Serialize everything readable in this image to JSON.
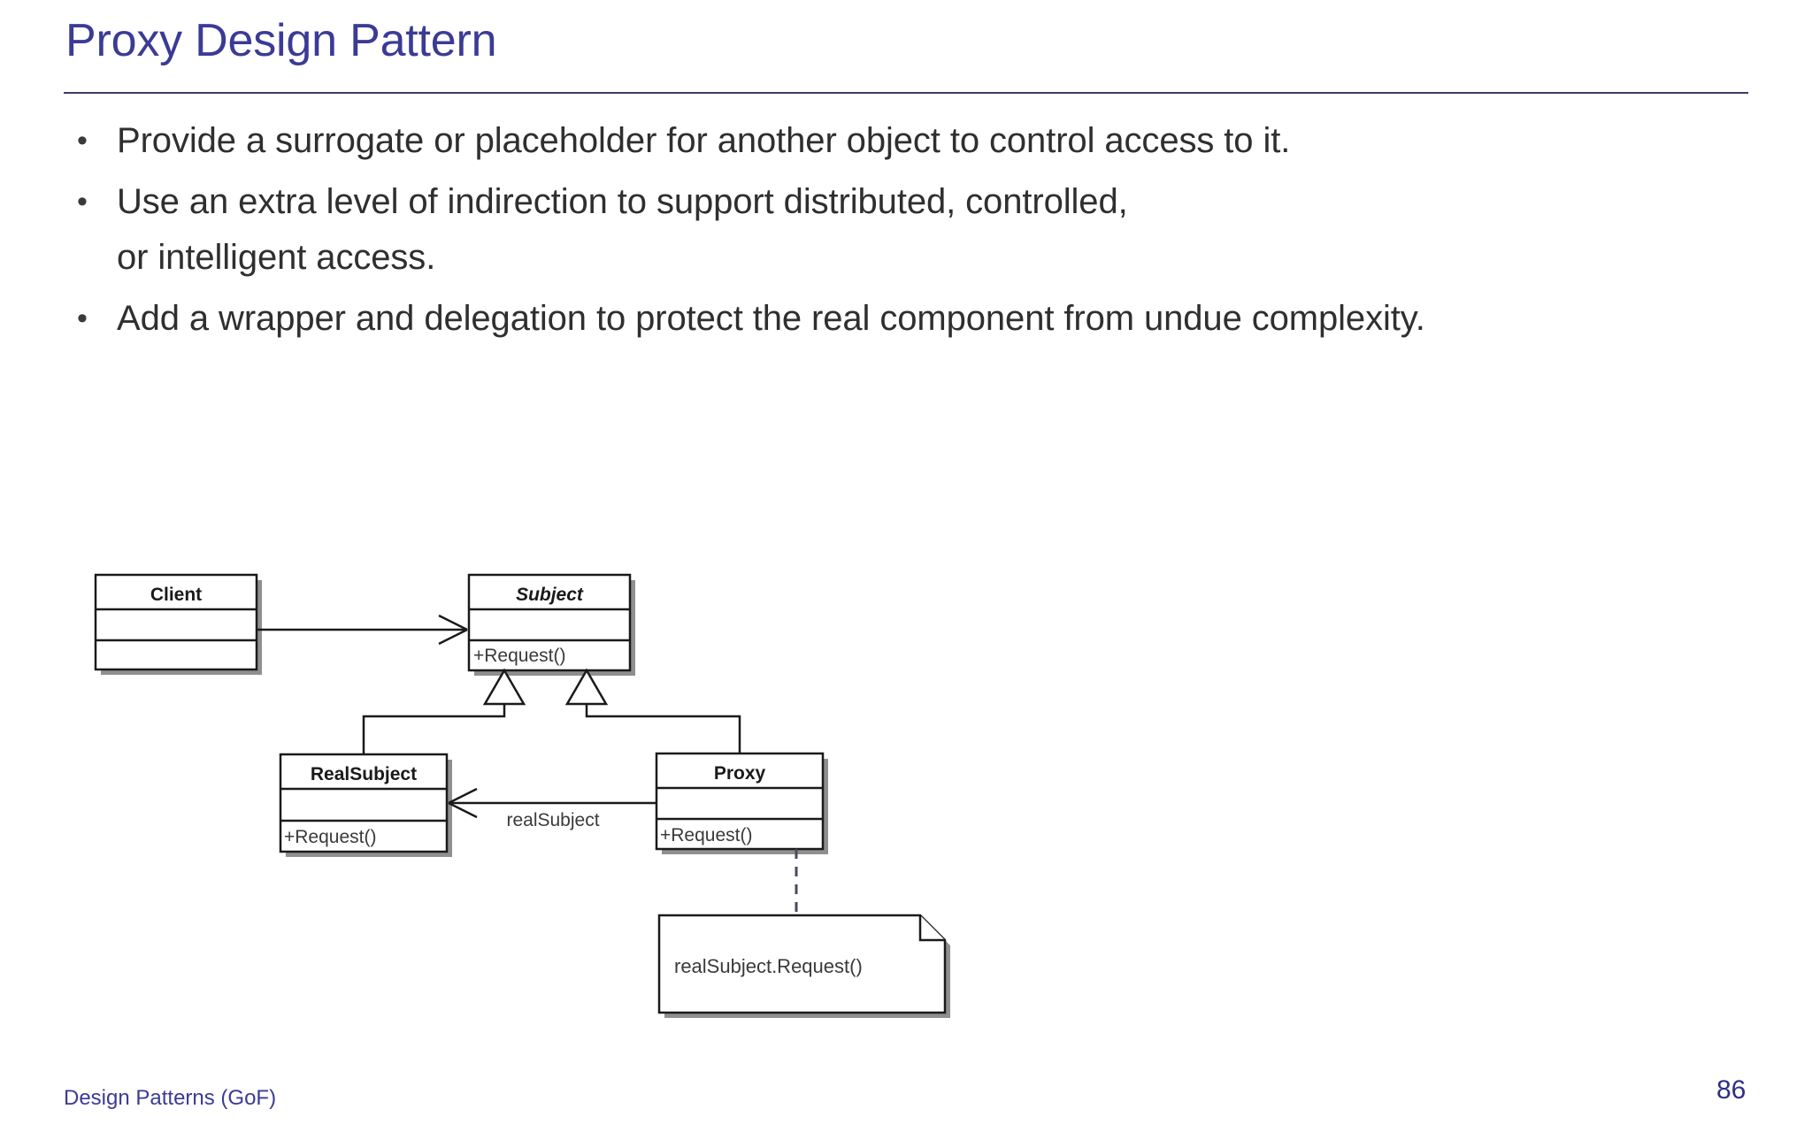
{
  "slide": {
    "title": "Proxy Design Pattern",
    "bullet_marker": "•",
    "bullets": [
      "Provide a surrogate or placeholder for another object to control access to it.",
      "Use an extra level of indirection to support distributed, controlled, or intelligent access.",
      "Add a wrapper and delegation to protect the real component from undue complexity."
    ],
    "footer": "Design Patterns (GoF)",
    "page_number": "86",
    "accent_color": "#3b3b96",
    "text_color": "#2f2f2f",
    "rule_color": "#3c3c64"
  },
  "diagram": {
    "type": "uml-class-diagram",
    "classes": [
      {
        "id": "client",
        "name": "Client",
        "stereotype": "concrete",
        "attributes": [],
        "operations": []
      },
      {
        "id": "subject",
        "name": "Subject",
        "stereotype": "abstract",
        "attributes": [],
        "operations": [
          "+Request()"
        ]
      },
      {
        "id": "realsubject",
        "name": "RealSubject",
        "stereotype": "concrete",
        "attributes": [],
        "operations": [
          "+Request()"
        ]
      },
      {
        "id": "proxy",
        "name": "Proxy",
        "stereotype": "concrete",
        "attributes": [],
        "operations": [
          "+Request()"
        ]
      }
    ],
    "relationships": [
      {
        "kind": "association",
        "from": "client",
        "to": "subject",
        "label": ""
      },
      {
        "kind": "generalization",
        "from": "realsubject",
        "to": "subject",
        "label": ""
      },
      {
        "kind": "generalization",
        "from": "proxy",
        "to": "subject",
        "label": ""
      },
      {
        "kind": "association",
        "from": "proxy",
        "to": "realsubject",
        "label": "realSubject"
      },
      {
        "kind": "note-anchor",
        "from": "proxy",
        "to": "note1",
        "label": ""
      }
    ],
    "notes": [
      {
        "id": "note1",
        "text": "realSubject.Request()"
      }
    ],
    "line_color": "#1a1a1a",
    "shadow_color": "#8f8f8f",
    "fill_color": "#ffffff"
  }
}
